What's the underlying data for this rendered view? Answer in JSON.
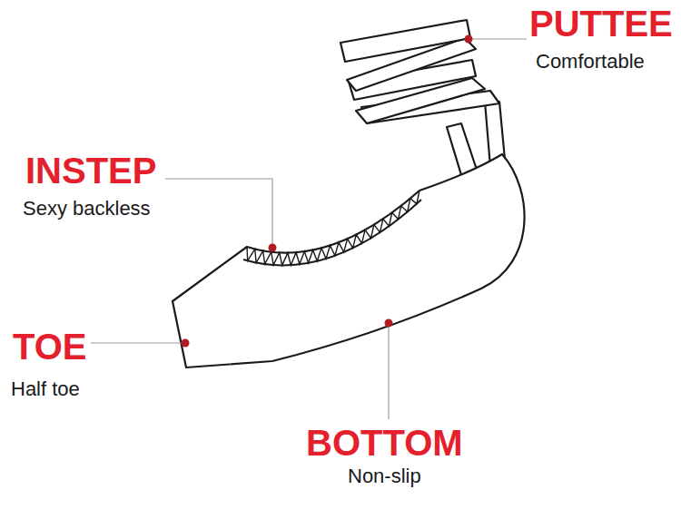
{
  "diagram": {
    "labels": [
      "PUTTEE",
      "Comfortable",
      "INSTEP",
      "Sexy backless",
      "TOE",
      "Half toe",
      "BOTTOM",
      "Non-slip"
    ]
  }
}
